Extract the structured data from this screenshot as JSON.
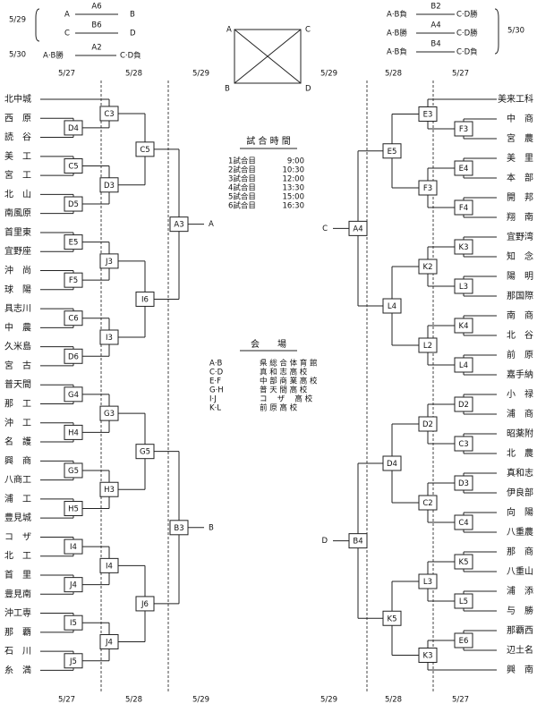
{
  "top_left": {
    "date_1": "5/29",
    "date_2": "5/30",
    "rows": [
      {
        "left": "A",
        "code": "A6",
        "right": "B"
      },
      {
        "left": "C",
        "code": "B6",
        "right": "D"
      },
      {
        "left": "A·B勝",
        "code": "A2",
        "right": "C·D負"
      }
    ]
  },
  "top_right": {
    "date": "5/30",
    "rows": [
      {
        "left": "A·B負",
        "code": "B2",
        "right": "C·D勝"
      },
      {
        "left": "A·B勝",
        "code": "A4",
        "right": "C·D勝"
      },
      {
        "left": "A·B負",
        "code": "B4",
        "right": "C·D負"
      }
    ]
  },
  "diagram": {
    "tl": "A",
    "tr": "C",
    "bl": "B",
    "br": "D"
  },
  "dates": {
    "left": [
      "5/27",
      "5/28",
      "5/29"
    ],
    "right": [
      "5/29",
      "5/28",
      "5/27"
    ]
  },
  "schedule": {
    "title": "試 合 時 間",
    "rows": [
      {
        "label": "1試合目",
        "time": "9:00"
      },
      {
        "label": "2試合目",
        "time": "10:30"
      },
      {
        "label": "3試合目",
        "time": "12:00"
      },
      {
        "label": "4試合目",
        "time": "13:30"
      },
      {
        "label": "5試合目",
        "time": "15:00"
      },
      {
        "label": "6試合目",
        "time": "16:30"
      }
    ]
  },
  "venues": {
    "title": "会　　場",
    "rows": [
      {
        "code": "A·B",
        "name": "県 総 合 体 育 館"
      },
      {
        "code": "C·D",
        "name": "真 和 志 高 校"
      },
      {
        "code": "E·F",
        "name": "中 部 商 業 高 校"
      },
      {
        "code": "G·H",
        "name": "普 天 間 高 校"
      },
      {
        "code": "I·J",
        "name": "コ　 ザ 　高 校"
      },
      {
        "code": "K·L",
        "name": "前 原 高 校"
      }
    ]
  },
  "left_teams": [
    "北中城",
    "西　原",
    "読　谷",
    "美　工",
    "宮　工",
    "北　山",
    "南風原",
    "首里東",
    "宜野座",
    "沖　尚",
    "球　陽",
    "具志川",
    "中　農",
    "久米島",
    "宮　古",
    "普天間",
    "那　工",
    "沖　工",
    "名　護",
    "興　商",
    "八商工",
    "浦　工",
    "豊見城",
    "コ　ザ",
    "北　工",
    "首　里",
    "豊見南",
    "沖工専",
    "那　覇",
    "石　川",
    "糸　満"
  ],
  "right_teams": [
    "美来工科",
    "中　商",
    "宮　農",
    "美　里",
    "本　部",
    "開　邦",
    "翔　南",
    "宜野湾",
    "知　念",
    "陽　明",
    "那国際",
    "南　商",
    "北　谷",
    "前　原",
    "嘉手納",
    "小　禄",
    "浦　商",
    "昭薬附",
    "北　農",
    "真和志",
    "伊良部",
    "向　陽",
    "八重農",
    "那　商",
    "八重山",
    "浦　添",
    "与　勝",
    "那覇西",
    "辺土名",
    "興　南"
  ],
  "left_codes": {
    "r1": [
      "C3",
      "D4",
      "C5",
      "D5",
      "E5",
      "F5",
      "C6",
      "D6",
      "G4",
      "H4",
      "G5",
      "H5",
      "I4",
      "J4",
      "I5",
      "J5"
    ],
    "r2": [
      "C5",
      "D3",
      "J3",
      "I3",
      "G3",
      "H3",
      "I4",
      "J4"
    ],
    "r3": [
      "C5",
      "I6",
      "G5",
      "J6"
    ],
    "r4": [
      "A3",
      "B3"
    ],
    "finals": [
      "A",
      "B"
    ]
  },
  "right_codes": {
    "r1": [
      "F3",
      "E4",
      "F4",
      "K3",
      "L3",
      "K4",
      "L4",
      "D2",
      "C3",
      "D3",
      "C4",
      "K5",
      "L5",
      "E6"
    ],
    "r2": [
      "E3",
      "F3",
      "K2",
      "L2",
      "D2",
      "C2",
      "L3",
      "K3"
    ],
    "r3": [
      "E5",
      "L4",
      "D4",
      "K5"
    ],
    "r4": [
      "A4",
      "B4"
    ],
    "finals": [
      "C",
      "D"
    ]
  }
}
